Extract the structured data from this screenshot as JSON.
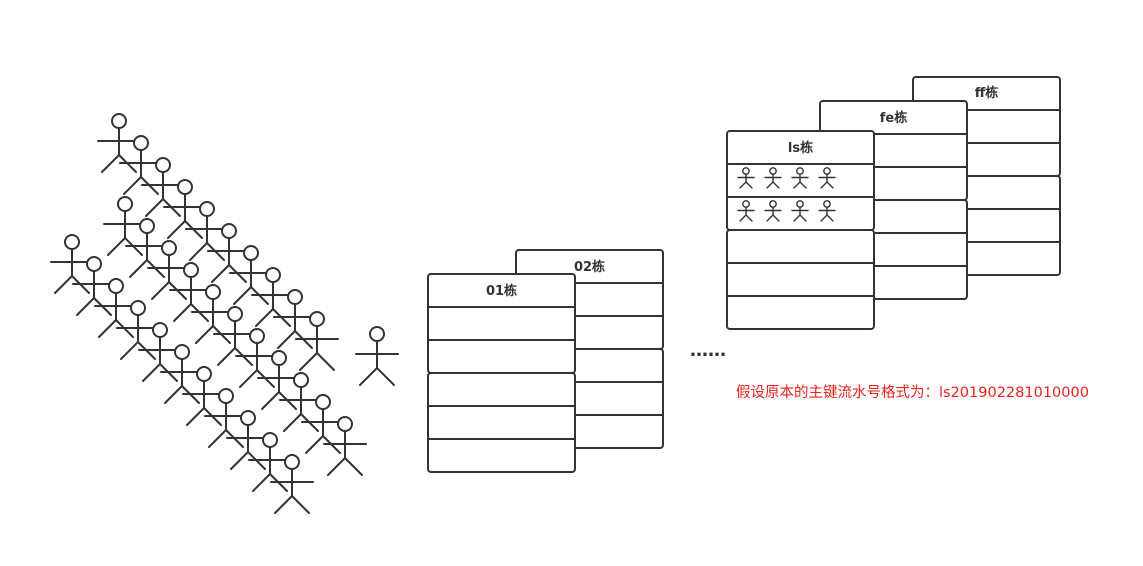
{
  "buildings": {
    "b01": "01栋",
    "b02": "02栋",
    "bls": "ls栋",
    "bfe": "fe栋",
    "bff": "ff栋"
  },
  "ellipsis": "……",
  "note": "假设原本的主键流水号格式为：ls201902281010000",
  "colors": {
    "stroke": "#333333",
    "note": "#e8231d"
  }
}
